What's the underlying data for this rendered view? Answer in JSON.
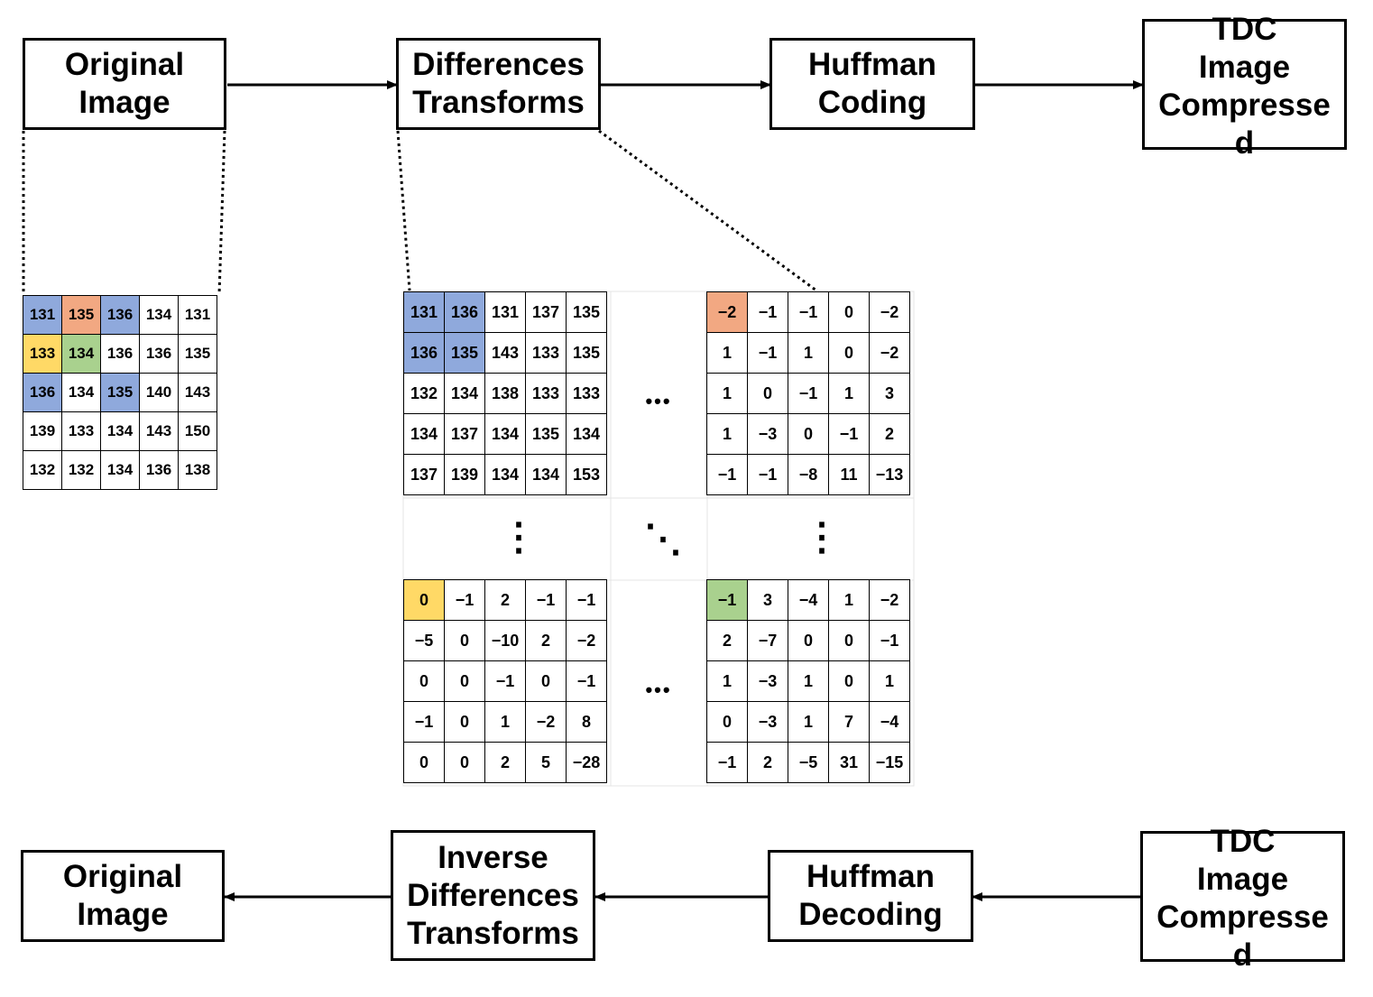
{
  "pipeline_top": [
    {
      "label": "Original\nImage"
    },
    {
      "label": "Differences\nTransforms"
    },
    {
      "label": "Huffman\nCoding"
    },
    {
      "label": "TDC\nImage\nCompresse\nd"
    }
  ],
  "pipeline_bottom": [
    {
      "label": "Original\nImage"
    },
    {
      "label": "Inverse\nDifferences\nTransforms"
    },
    {
      "label": "Huffman\nDecoding"
    },
    {
      "label": "TDC\nImage\nCompresse\nd"
    }
  ],
  "original_block": [
    [
      "131",
      "135",
      "136",
      "134",
      "131"
    ],
    [
      "133",
      "134",
      "136",
      "136",
      "135"
    ],
    [
      "136",
      "134",
      "135",
      "140",
      "143"
    ],
    [
      "139",
      "133",
      "134",
      "143",
      "150"
    ],
    [
      "132",
      "132",
      "134",
      "136",
      "138"
    ]
  ],
  "original_block_highlights": [
    [
      "blue",
      "orange",
      "blue",
      "",
      ""
    ],
    [
      "yellow",
      "green",
      "",
      "",
      ""
    ],
    [
      "blue",
      "",
      "blue",
      "",
      ""
    ],
    [
      "",
      "",
      "",
      "",
      ""
    ],
    [
      "",
      "",
      "",
      "",
      ""
    ]
  ],
  "transform_blocks": {
    "top_left": [
      [
        "131",
        "136",
        "131",
        "137",
        "135"
      ],
      [
        "136",
        "135",
        "143",
        "133",
        "135"
      ],
      [
        "132",
        "134",
        "138",
        "133",
        "133"
      ],
      [
        "134",
        "137",
        "134",
        "135",
        "134"
      ],
      [
        "137",
        "139",
        "134",
        "134",
        "153"
      ]
    ],
    "top_left_highlights": [
      [
        "blue",
        "blue",
        "",
        "",
        ""
      ],
      [
        "blue",
        "blue",
        "",
        "",
        ""
      ],
      [
        "",
        "",
        "",
        "",
        ""
      ],
      [
        "",
        "",
        "",
        "",
        ""
      ],
      [
        "",
        "",
        "",
        "",
        ""
      ]
    ],
    "top_right": [
      [
        "−2",
        "−1",
        "−1",
        "0",
        "−2"
      ],
      [
        "1",
        "−1",
        "1",
        "0",
        "−2"
      ],
      [
        "1",
        "0",
        "−1",
        "1",
        "3"
      ],
      [
        "1",
        "−3",
        "0",
        "−1",
        "2"
      ],
      [
        "−1",
        "−1",
        "−8",
        "11",
        "−13"
      ]
    ],
    "top_right_highlights": [
      [
        "orange",
        "",
        "",
        "",
        ""
      ],
      [
        "",
        "",
        "",
        "",
        ""
      ],
      [
        "",
        "",
        "",
        "",
        ""
      ],
      [
        "",
        "",
        "",
        "",
        ""
      ],
      [
        "",
        "",
        "",
        "",
        ""
      ]
    ],
    "bottom_left": [
      [
        "0",
        "−1",
        "2",
        "−1",
        "−1"
      ],
      [
        "−5",
        "0",
        "−10",
        "2",
        "−2"
      ],
      [
        "0",
        "0",
        "−1",
        "0",
        "−1"
      ],
      [
        "−1",
        "0",
        "1",
        "−2",
        "8"
      ],
      [
        "0",
        "0",
        "2",
        "5",
        "−28"
      ]
    ],
    "bottom_left_highlights": [
      [
        "yellow",
        "",
        "",
        "",
        ""
      ],
      [
        "",
        "",
        "",
        "",
        ""
      ],
      [
        "",
        "",
        "",
        "",
        ""
      ],
      [
        "",
        "",
        "",
        "",
        ""
      ],
      [
        "",
        "",
        "",
        "",
        ""
      ]
    ],
    "bottom_right": [
      [
        "−1",
        "3",
        "−4",
        "1",
        "−2"
      ],
      [
        "2",
        "−7",
        "0",
        "0",
        "−1"
      ],
      [
        "1",
        "−3",
        "1",
        "0",
        "1"
      ],
      [
        "0",
        "−3",
        "1",
        "7",
        "−4"
      ],
      [
        "−1",
        "2",
        "−5",
        "31",
        "−15"
      ]
    ],
    "bottom_right_highlights": [
      [
        "green",
        "",
        "",
        "",
        ""
      ],
      [
        "",
        "",
        "",
        "",
        ""
      ],
      [
        "",
        "",
        "",
        "",
        ""
      ],
      [
        "",
        "",
        "",
        "",
        ""
      ],
      [
        "",
        "",
        "",
        "",
        ""
      ]
    ]
  },
  "ellipsis": {
    "horizontal": "•••",
    "vertical": "⋮",
    "diagonal": "⋱"
  }
}
